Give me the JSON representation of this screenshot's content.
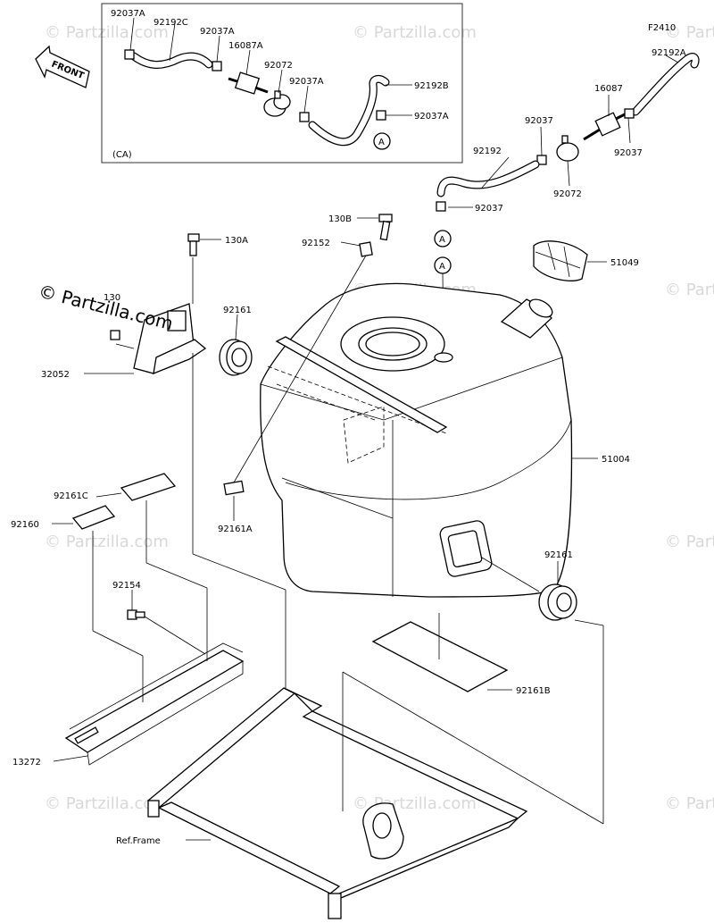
{
  "diagram_code": "F2410",
  "inset": {
    "tag": "(CA)"
  },
  "front_label": "FRONT",
  "circle_ref": "A",
  "watermark_main": "© Partzilla.com",
  "watermark_faint": "© Partzilla.com",
  "labels": {
    "l92037A_1": "92037A",
    "l92192C": "92192C",
    "l92037A_2": "92037A",
    "l16087A": "16087A",
    "l92072_ca": "92072",
    "l92037A_3": "92037A",
    "l92192B": "92192B",
    "l92037A_4": "92037A",
    "l92192A": "92192A",
    "l16087": "16087",
    "l92037_1": "92037",
    "l92037_2": "92037",
    "l92192": "92192",
    "l92072": "92072",
    "l92037_3": "92037",
    "l130B": "130B",
    "l92152": "92152",
    "l130A": "130A",
    "l130": "130",
    "l92161_1": "92161",
    "l32052": "32052",
    "l51049": "51049",
    "l51004": "51004",
    "l92161C": "92161C",
    "l92160": "92160",
    "l92161A": "92161A",
    "l92154": "92154",
    "l92161_2": "92161",
    "l92161B": "92161B",
    "l13272": "13272",
    "lRefFrame": "Ref.Frame"
  }
}
